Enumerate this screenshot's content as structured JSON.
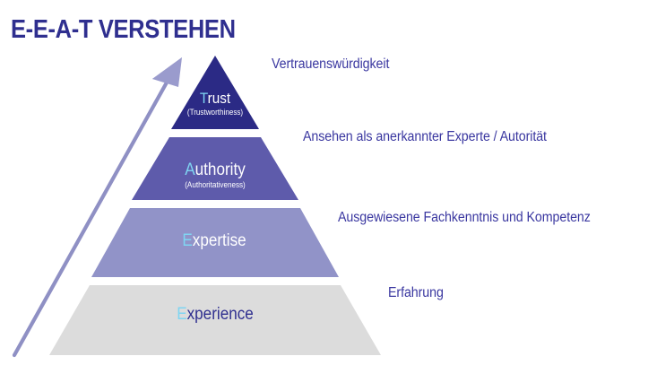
{
  "page": {
    "title": "E-E-A-T VERSTEHEN",
    "background_color": "#ffffff",
    "title_color": "#2f2f8f"
  },
  "colors": {
    "trust_tier": "#2b2a85",
    "authority_tier": "#5e5bab",
    "expertise_tier": "#9193c8",
    "experience_tier": "#dcdcdc",
    "arrow": "#8f90c4",
    "accent_letter": "#7fd5f2",
    "annotation_text": "#3a37a0",
    "tier_text_light": "#ffffff",
    "tier_text_dark": "#2f2f8f"
  },
  "pyramid": {
    "tiers": [
      {
        "level": 1,
        "position": "top",
        "initial": "T",
        "name_rest": "rust",
        "name_full": "Trust",
        "subtitle": "(Trustworthiness)",
        "fill": "#2b2a85",
        "text_color": "#ffffff",
        "annotation": "Vertrauenswürdigkeit"
      },
      {
        "level": 2,
        "position": "upper-middle",
        "initial": "A",
        "name_rest": "uthority",
        "name_full": "Authority",
        "subtitle": "(Authoritativeness)",
        "fill": "#5e5bab",
        "text_color": "#ffffff",
        "annotation": "Ansehen als anerkannter Experte / Autorität"
      },
      {
        "level": 3,
        "position": "lower-middle",
        "initial": "E",
        "name_rest": "xpertise",
        "name_full": "Expertise",
        "subtitle": "",
        "fill": "#9193c8",
        "text_color": "#ffffff",
        "annotation": "Ausgewiesene Fachkenntnis und Kompetenz"
      },
      {
        "level": 4,
        "position": "base",
        "initial": "E",
        "name_rest": "xperience",
        "name_full": "Experience",
        "subtitle": "",
        "fill": "#dcdcdc",
        "text_color": "#2f2f8f",
        "annotation": "Erfahrung"
      }
    ]
  },
  "arrow": {
    "name": "growth-arrow",
    "direction": "upward-right",
    "color": "#8f90c4"
  }
}
